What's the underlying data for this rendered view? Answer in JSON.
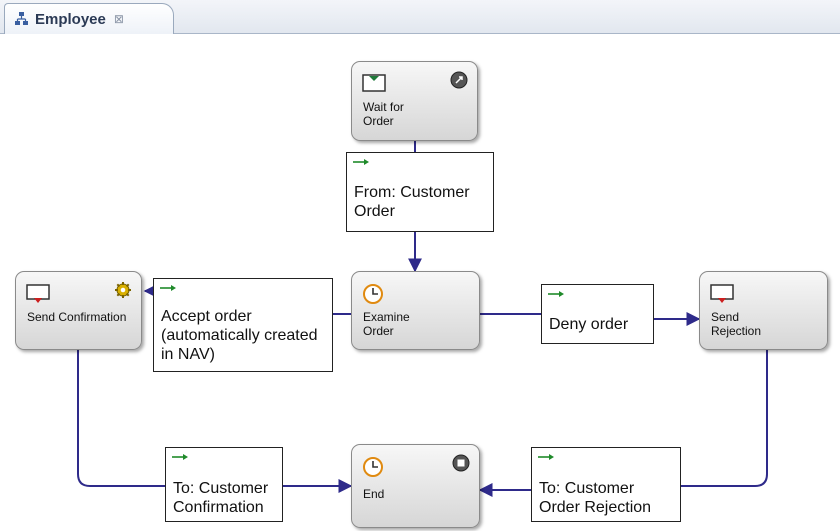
{
  "tab": {
    "title": "Employee",
    "close_glyph": "⊠"
  },
  "nodes": {
    "wait_for_order": {
      "label": "Wait for Order",
      "icon": "receive-message-icon",
      "badge": "start-event-icon"
    },
    "examine_order": {
      "label": "Examine Order",
      "icon": "clock-task-icon"
    },
    "send_confirmation": {
      "label": "Send Confirmation",
      "icon": "send-message-icon",
      "badge": "gear-icon"
    },
    "send_rejection": {
      "label": "Send Rejection",
      "icon": "send-message-icon"
    },
    "end": {
      "label": "End",
      "icon": "clock-task-icon",
      "badge": "end-event-icon"
    }
  },
  "labels": {
    "from_customer_order": "From: Customer Order",
    "accept_order": "Accept order (automatically created in NAV)",
    "deny_order": "Deny order",
    "to_customer_confirmation": "To: Customer Confirmation",
    "to_customer_order_rejection": "To: Customer Order Rejection"
  },
  "colors": {
    "connector": "#2e2a8a",
    "label_arrow": "#1f8a2a",
    "send_marker": "#cc1f1f",
    "receive_marker": "#1f7a3a",
    "clock_accent": "#e08a10"
  }
}
